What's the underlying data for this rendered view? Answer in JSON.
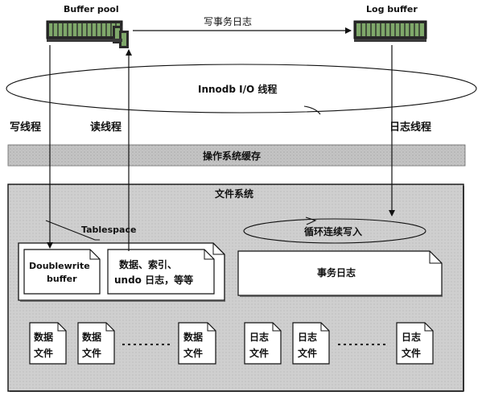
{
  "buffer_pool": {
    "label": "Buffer pool"
  },
  "log_buffer": {
    "label": "Log buffer"
  },
  "write_log_label": "写事务日志",
  "io_thread_label": "Innodb I/O 线程",
  "write_thread_label": "写线程",
  "read_thread_label": "读线程",
  "log_thread_label": "日志线程",
  "os_cache_label": "操作系统缓存",
  "filesystem": {
    "label": "文件系统",
    "tablespace_label": "Tablespace",
    "doublewrite_lines": [
      "Doublewrite",
      "buffer"
    ],
    "data_lines": [
      "数据、索引、",
      "undo 日志，等等"
    ],
    "circular_write_label": "循环连续写入",
    "txlog_label": "事务日志",
    "data_files": [
      {
        "line1": "数据",
        "line2": "文件"
      },
      {
        "line1": "数据",
        "line2": "文件"
      },
      {
        "line1": "数据",
        "line2": "文件"
      }
    ],
    "log_files": [
      {
        "line1": "日志",
        "line2": "文件"
      },
      {
        "line1": "日志",
        "line2": "文件"
      },
      {
        "line1": "日志",
        "line2": "文件"
      }
    ]
  },
  "colors": {
    "band": "#c9c9c9",
    "band_dark": "#9a9a9a",
    "chip": "#2a2a2a",
    "chip_green": "#7fa86a",
    "paper": "#ffffff",
    "ink": "#111111"
  }
}
